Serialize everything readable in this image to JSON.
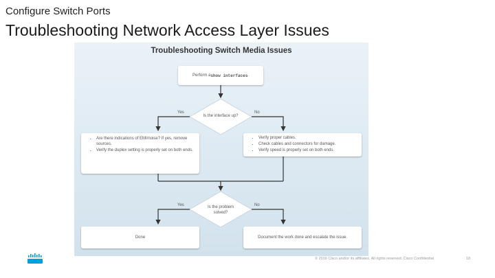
{
  "header": {
    "section": "Configure Switch Ports",
    "title": "Troubleshooting Network Access Layer Issues"
  },
  "diagram": {
    "title": "Troubleshooting Switch Media Issues",
    "start": {
      "prefix": "Perform a ",
      "command": "show interfaces",
      "suffix": "."
    },
    "decision1": {
      "text": "Is the interface up?",
      "yes": "Yes",
      "no": "No"
    },
    "left_box": {
      "items": [
        "Are there indications of EMI/noise? If yes, remove sources.",
        "Verify the duplex setting is properly set on both ends."
      ]
    },
    "right_box": {
      "items": [
        "Verify proper cables.",
        "Check cables and connectors for damage.",
        "Verify speed is properly set on both ends."
      ]
    },
    "decision2": {
      "text": "Is the problem solved?",
      "yes": "Yes",
      "no": "No"
    },
    "done": "Done",
    "document": "Document the work done and escalate the issue."
  },
  "footer": {
    "copyright": "© 2016  Cisco and/or its affiliates. All rights reserved.   Cisco Confidential",
    "page": "18"
  },
  "colors": {
    "panel_top": "#eaf2f8",
    "panel_bottom": "#d2e2ed",
    "connector": "#333333",
    "cisco_blue": "#049fd9"
  }
}
